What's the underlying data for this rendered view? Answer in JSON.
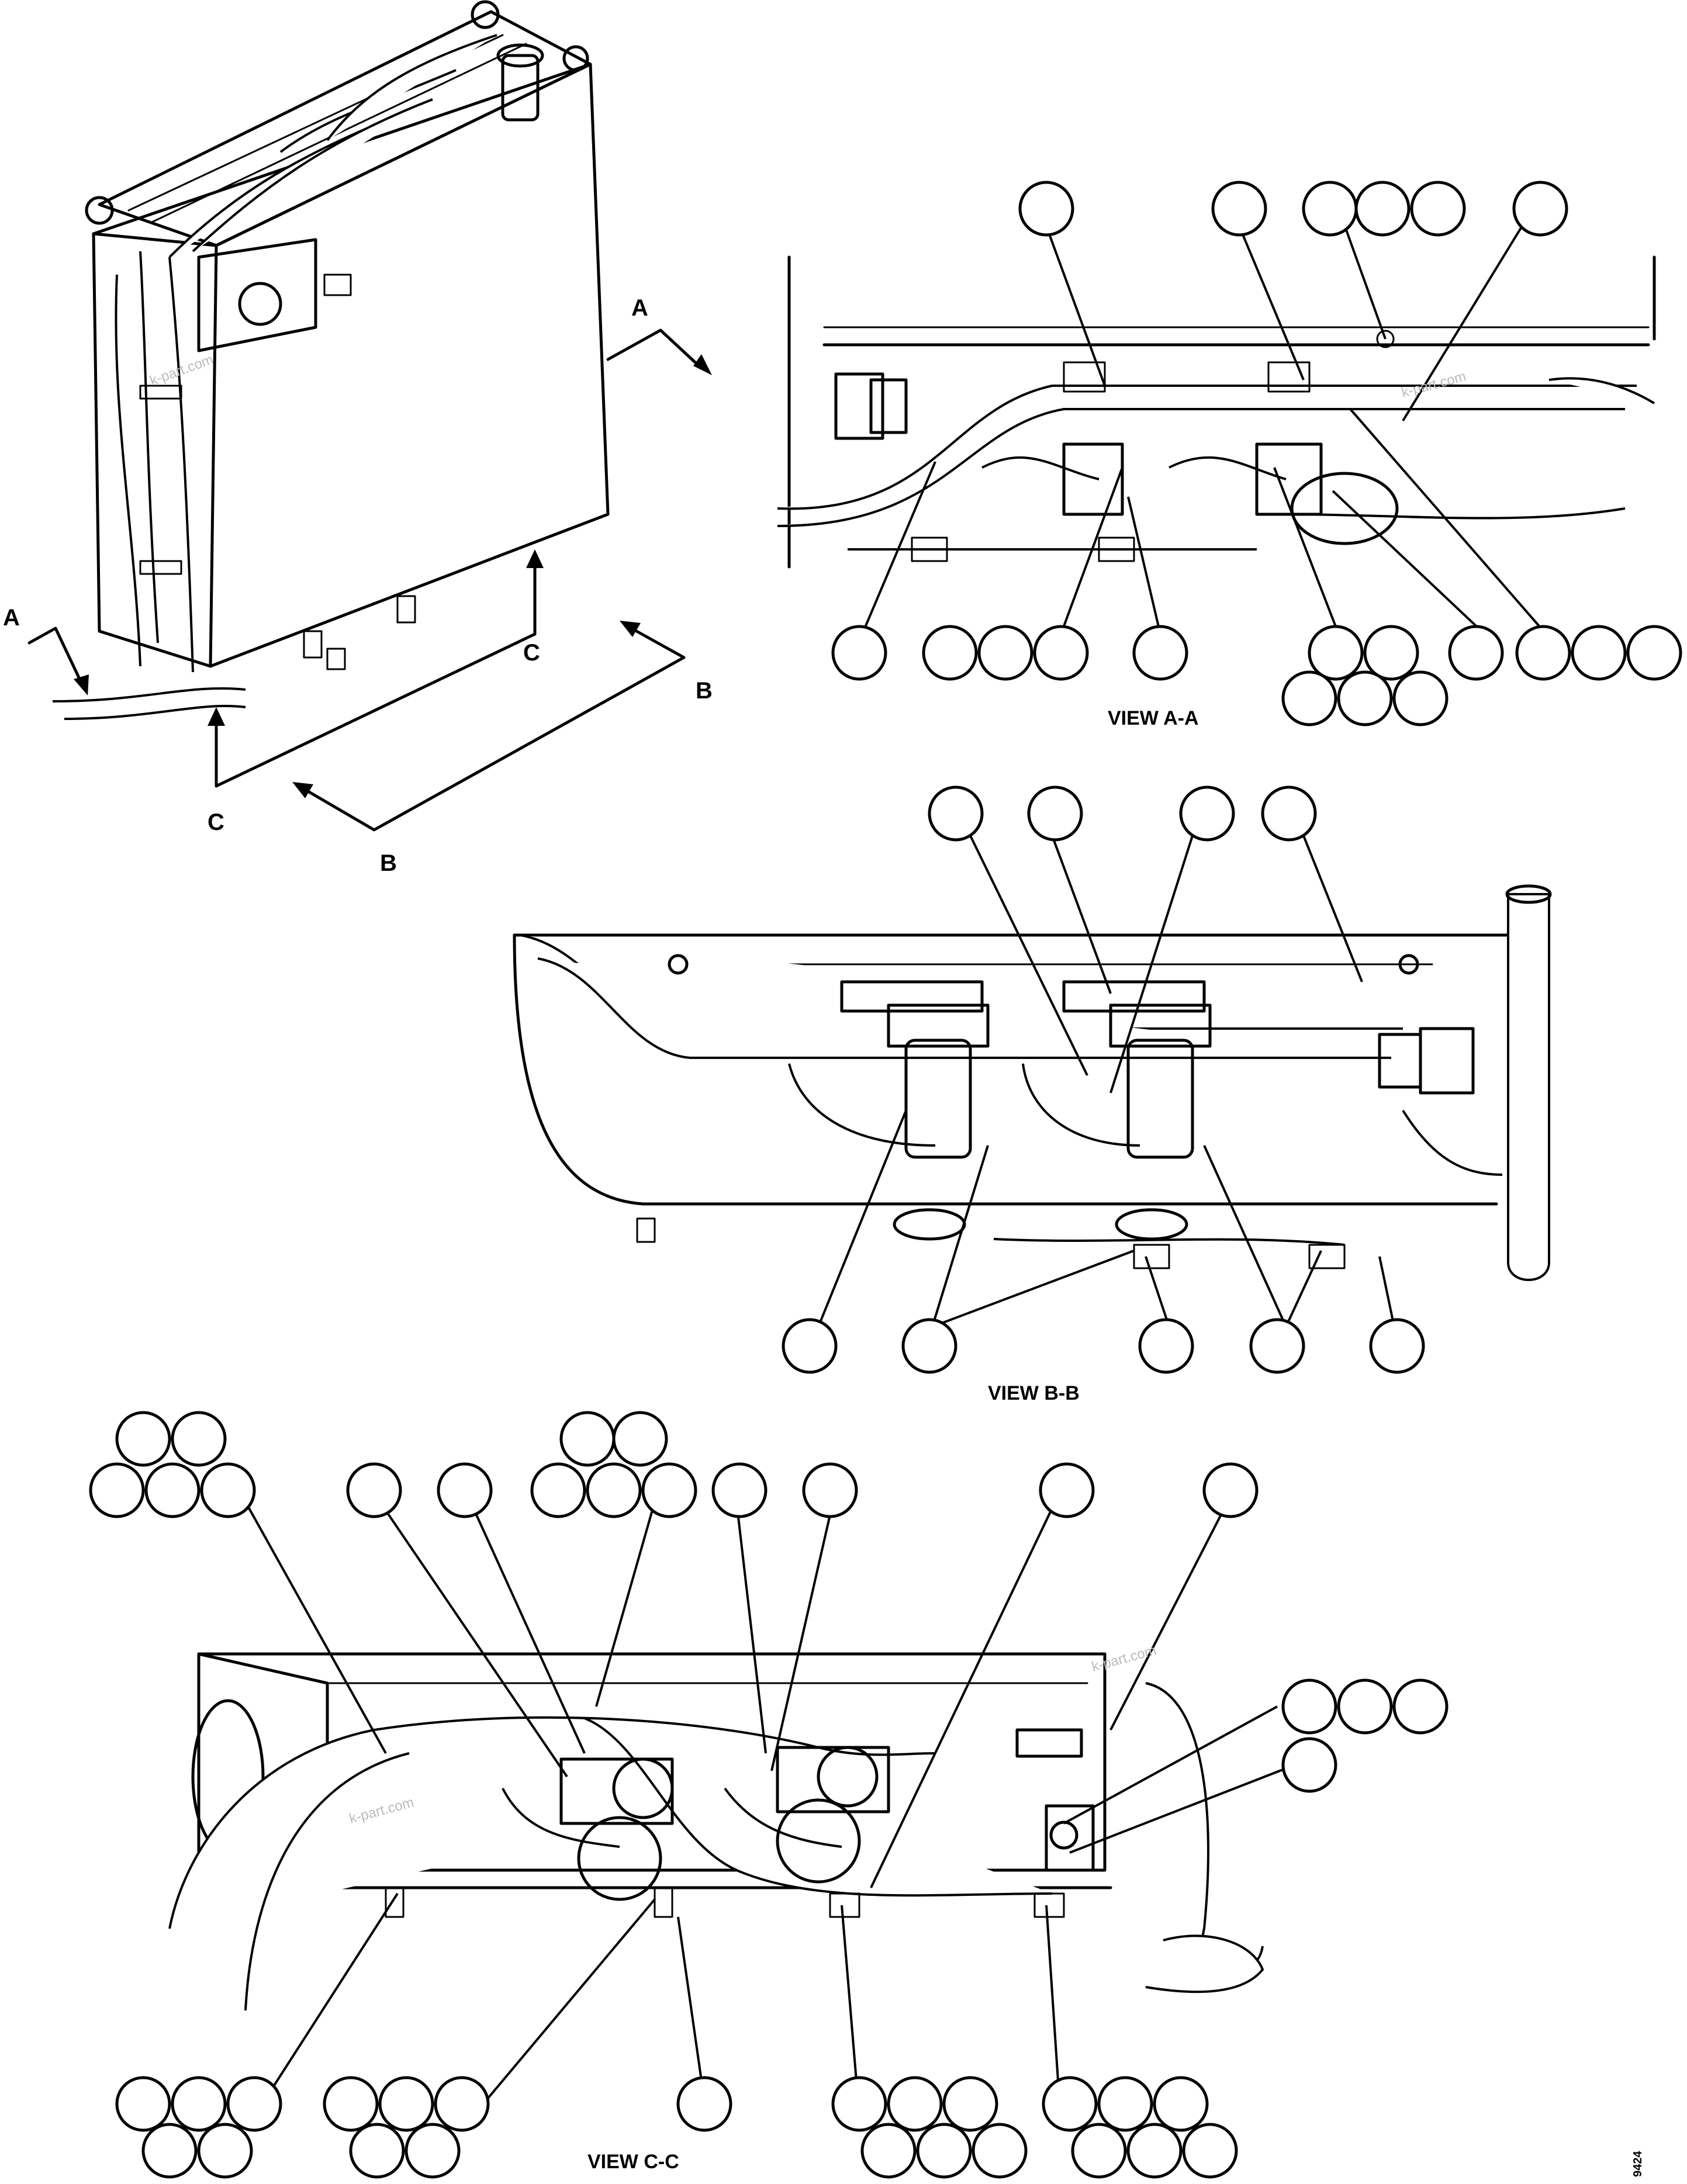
{
  "views": {
    "view_aa": "VIEW A-A",
    "view_bb": "VIEW B-B",
    "view_cc": "VIEW C-C"
  },
  "section_markers": {
    "a_top": "A",
    "a_left": "A",
    "b_right": "B",
    "b_bottom": "B",
    "c_upper": "C",
    "c_lower": "C"
  },
  "watermark": "k-part.com",
  "doc_id": "9424",
  "colors": {
    "line": "#000000",
    "background": "#ffffff",
    "watermark": "#bbbbbb"
  }
}
